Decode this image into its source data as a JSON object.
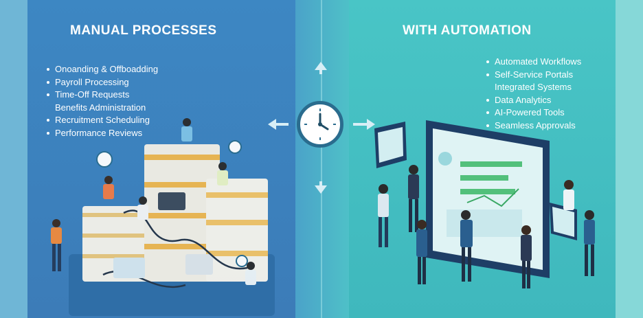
{
  "left": {
    "title": "MANUAL PROCESSES",
    "items": [
      {
        "text": "Onoanding & Offboadding",
        "bullet": true
      },
      {
        "text": "Payroll Processing",
        "bullet": true
      },
      {
        "text": "Time-Off Requests",
        "bullet": true
      },
      {
        "text": "Benefits Administration",
        "bullet": false
      },
      {
        "text": "Recruitment Scheduling",
        "bullet": true
      },
      {
        "text": "Performance Reviews",
        "bullet": true
      }
    ]
  },
  "right": {
    "title": "WITH AUTOMATION",
    "items": [
      {
        "text": "Automated Workflows",
        "bullet": true
      },
      {
        "text": "Self-Service Portals",
        "bullet": true
      },
      {
        "text": "Integrated Systems",
        "bullet": false
      },
      {
        "text": "Data Analytics",
        "bullet": true
      },
      {
        "text": "AI-Powered Tools",
        "bullet": true
      },
      {
        "text": "Seamless Approvals",
        "bullet": true
      }
    ]
  },
  "icons": {
    "center": "clock-icon",
    "arrows": [
      "arrow-up-icon",
      "arrow-down-icon",
      "arrow-left-icon",
      "arrow-right-icon"
    ]
  },
  "colors": {
    "left_panel": "#3d87c3",
    "right_panel": "#49c5c6",
    "clock_ring": "#2a6c8e"
  }
}
